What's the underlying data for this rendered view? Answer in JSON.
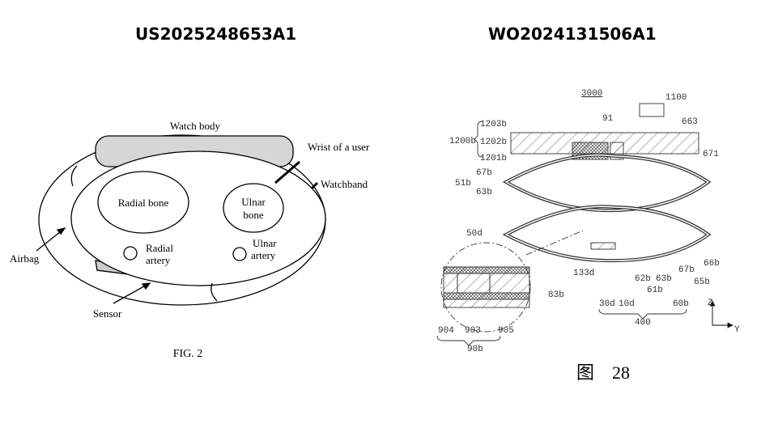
{
  "left_panel": {
    "title": "US2025248653A1",
    "labels": {
      "watch_body": "Watch body",
      "wrist": "Wrist of a user",
      "watchband": "Watchband",
      "radial_bone": "Radial bone",
      "ulnar_bone_1": "Ulnar",
      "ulnar_bone_2": "bone",
      "radial_artery_1": "Radial",
      "radial_artery_2": "artery",
      "ulnar_artery_1": "Ulnar",
      "ulnar_artery_2": "artery",
      "airbag": "Airbag",
      "sensor": "Sensor"
    },
    "caption": "FIG. 2"
  },
  "right_panel": {
    "title": "WO2024131506A1",
    "labels": {
      "ref_3000": "3000",
      "ref_1100": "1100",
      "ref_91": "91",
      "ref_663": "663",
      "ref_671": "671",
      "ref_1203b": "1203b",
      "ref_1202b": "1202b",
      "ref_1201b": "1201b",
      "ref_1200b": "1200b",
      "ref_67b_l": "67b",
      "ref_63b_l": "63b",
      "ref_51b": "51b",
      "ref_50d": "50d",
      "ref_133d": "133d",
      "ref_83b": "83b",
      "ref_62b": "62b",
      "ref_63b": "63b",
      "ref_67b": "67b",
      "ref_66b": "66b",
      "ref_61b": "61b",
      "ref_65b": "65b",
      "ref_60b": "60b",
      "ref_30d": "30d",
      "ref_10d": "10d",
      "ref_400": "400",
      "ref_904": "904",
      "ref_903": "903",
      "ref_905": "905",
      "ref_90b": "90b",
      "axis_z": "Z",
      "axis_y": "Y"
    },
    "caption": "图　28"
  }
}
